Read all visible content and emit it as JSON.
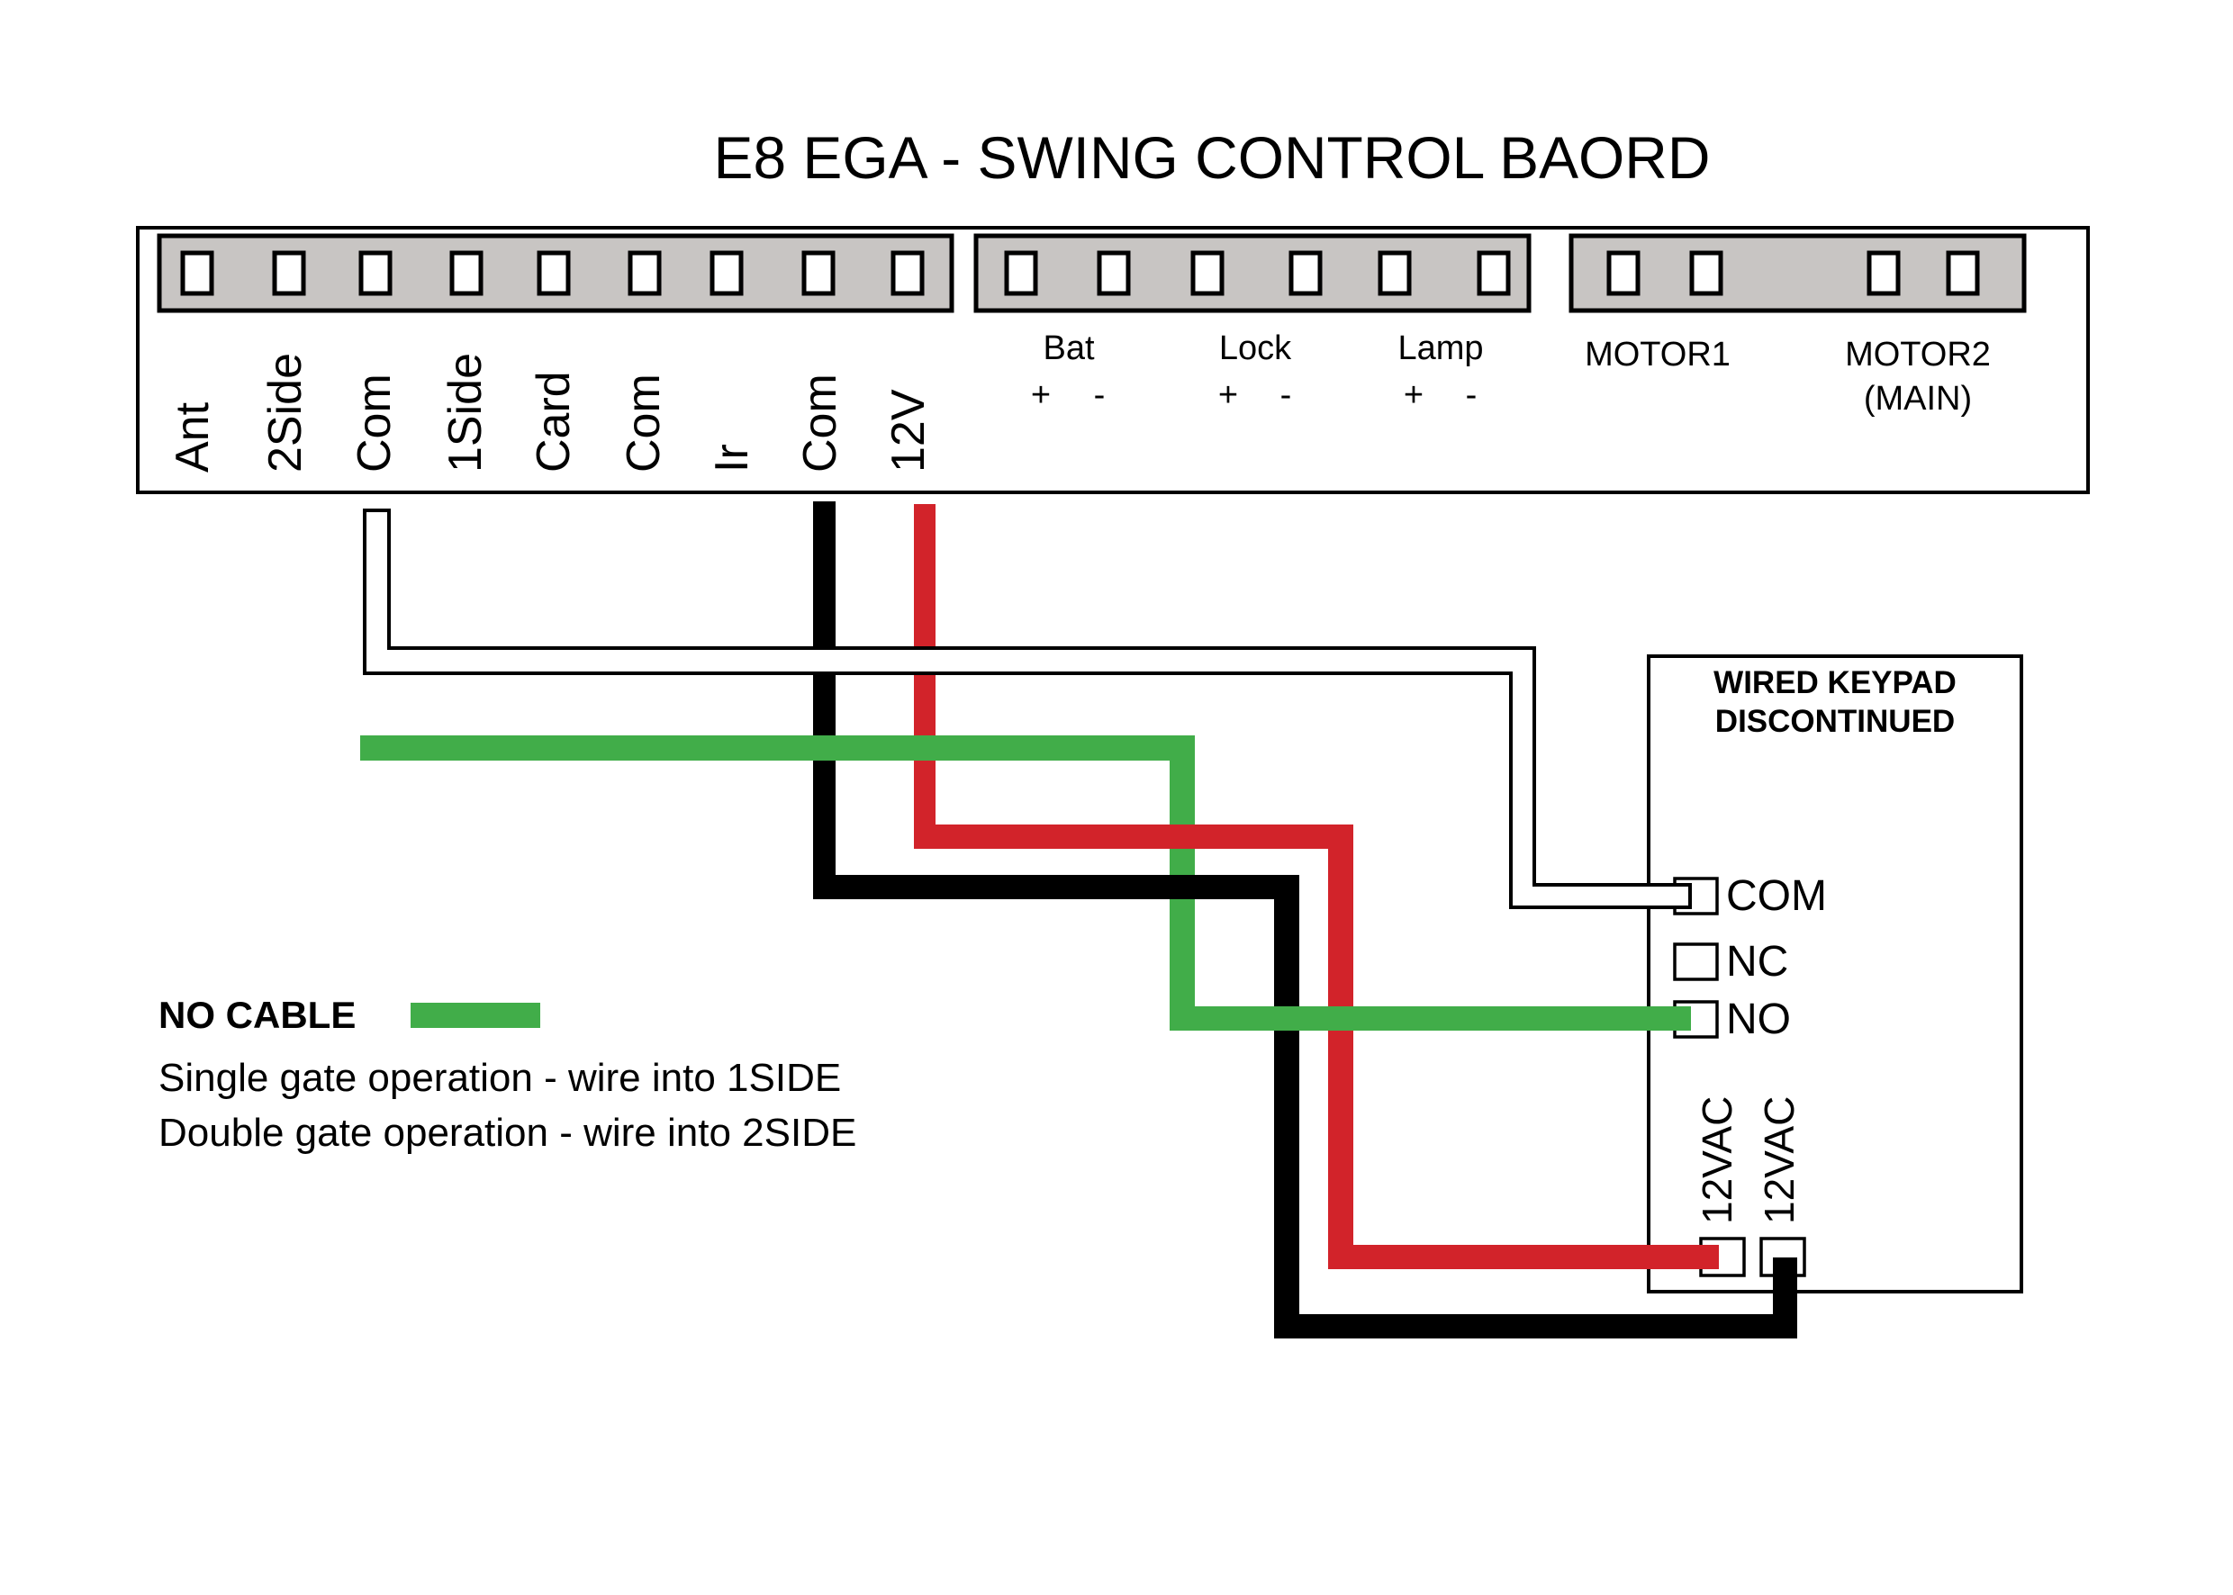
{
  "title": "E8 EGA - SWING CONTROL BAORD",
  "board": {
    "group1_pins": [
      "Ant",
      "2Side",
      "Com",
      "1Side",
      "Card",
      "Com",
      "Ir",
      "Com",
      "12V"
    ],
    "group2_labels": [
      "Bat",
      "Lock",
      "Lamp"
    ],
    "group2_signs": [
      "+",
      "-",
      "+",
      "-",
      "+",
      "-"
    ],
    "group3_labels": {
      "motor1": "MOTOR1",
      "motor2_line1": "MOTOR2",
      "motor2_line2": "(MAIN)"
    }
  },
  "keypad": {
    "title_line1": "WIRED KEYPAD",
    "title_line2": "DISCONTINUED",
    "terminals": [
      "COM",
      "NC",
      "NO"
    ],
    "power_terminals": [
      "12VAC",
      "12VAC"
    ]
  },
  "legend": {
    "heading": "NO CABLE",
    "swatch_color": "#41ad49",
    "lines": [
      "Single gate operation - wire into 1SIDE",
      "Double gate operation - wire into 2SIDE"
    ]
  },
  "wires": [
    {
      "name": "white",
      "color": "#ffffff",
      "from": "Com (board)",
      "to": "COM (keypad)"
    },
    {
      "name": "black",
      "color": "#000000",
      "from": "Com (board)",
      "to": "12VAC (keypad, right)"
    },
    {
      "name": "red",
      "color": "#d2232a",
      "from": "12V (board)",
      "to": "12VAC (keypad, left)"
    },
    {
      "name": "green",
      "color": "#41ad49",
      "from": "1Side/2Side (unconnected end)",
      "to": "NO (keypad)"
    }
  ]
}
